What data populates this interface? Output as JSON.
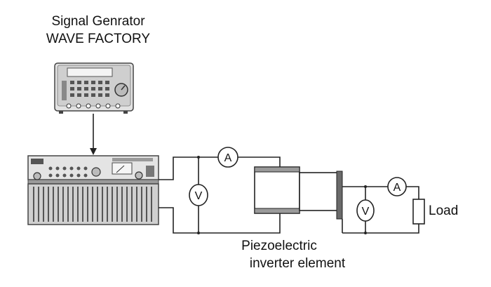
{
  "generator": {
    "title_line1": "Signal Genrator",
    "title_line2": "WAVE FACTORY"
  },
  "meters": {
    "ammeter_symbol": "A",
    "voltmeter_symbol": "V"
  },
  "load": {
    "label": "Load"
  },
  "element": {
    "label_line1": "Piezoelectric",
    "label_line2": "inverter element"
  },
  "colors": {
    "wire": "#222222",
    "device_body": "#d6d6d6",
    "device_dark": "#6a6a6a",
    "element_plate": "#9a9a9a"
  }
}
